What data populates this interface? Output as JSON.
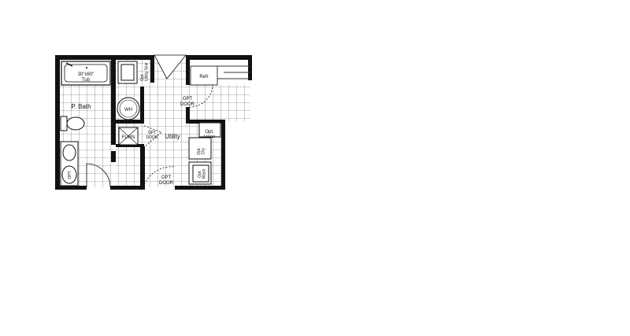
{
  "floorplan": {
    "rooms": {
      "bath": "P. Bath",
      "utility": "Utility"
    },
    "fixtures": {
      "tub_size": "30\"x60\"",
      "tub": "Tub",
      "utility_sink": "Opt.\nUtility Sink",
      "water_heater": "WH",
      "furnace": "FURN",
      "refrigerator": "Refr",
      "linen": "Opt.\nLinen",
      "dryer": "Opt.\nDry",
      "washer": "Opt.\nWash",
      "bath_option": "OPT."
    },
    "doors": {
      "opt_door_upper_line1": "OPT",
      "opt_door_upper_line2": "DOOR",
      "opt_door_furnace_line1": "OPT",
      "opt_door_furnace_line2": "DOOR",
      "opt_door_lower_line1": "OPT",
      "opt_door_lower_line2": "DOOR"
    },
    "colors": {
      "wall": "#111111",
      "grid": "#555555",
      "background": "#ffffff"
    }
  }
}
